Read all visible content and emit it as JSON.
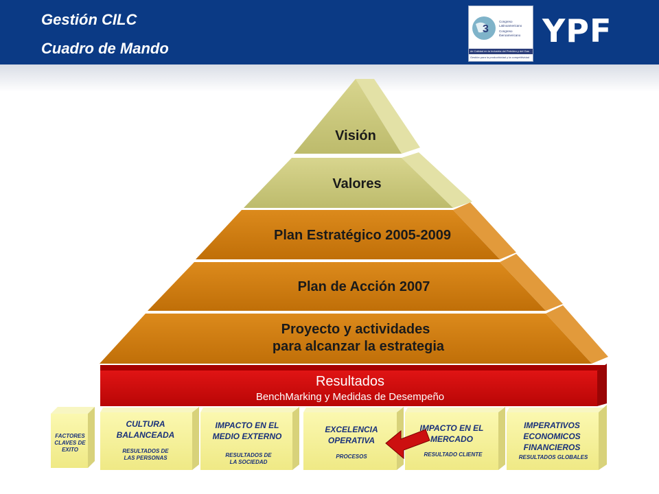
{
  "header": {
    "title_line1": "Gestión CILC",
    "title_line2": "Cuadro de Mando",
    "brand": "YPF",
    "congress_logo": {
      "line1": "Congreso",
      "line2": "Latinoamericano",
      "line3": "Congreso",
      "line4": "Iberoamericano",
      "line5": "de Calidad en la Industria del Petróleo y del Gas",
      "line6": "Gestión para la productividad y la competitividad"
    }
  },
  "pyramid": {
    "vision": "Visión",
    "valores": "Valores",
    "plan_estrategico": "Plan Estratégico 2005-2009",
    "plan_accion": "Plan de Acción 2007",
    "proyecto_line1": "Proyecto y actividades",
    "proyecto_line2": "para alcanzar la estrategia",
    "resultados_title": "Resultados",
    "resultados_subtitle": "BenchMarking y Medidas de Desempeño"
  },
  "boxes": {
    "factores": [
      "FACTORES",
      "CLAVES DE",
      "EXITO"
    ],
    "cultura": {
      "title": [
        "CULTURA",
        "BALANCEADA"
      ],
      "sub": [
        "RESULTADOS DE",
        "LAS PERSONAS"
      ]
    },
    "medio": {
      "title": [
        "IMPACTO EN EL",
        "MEDIO EXTERNO"
      ],
      "sub": [
        "RESULTADOS DE",
        "LA SOCIEDAD"
      ]
    },
    "excelencia": {
      "title": [
        "EXCELENCIA",
        "OPERATIVA"
      ],
      "sub": [
        "PROCESOS"
      ]
    },
    "mercado": {
      "title": [
        "IMPACTO EN EL",
        "MERCADO"
      ],
      "sub": [
        "RESULTADO CLIENTE"
      ]
    },
    "imperativos": {
      "title": [
        "IMPERATIVOS",
        "ECONOMICOS",
        "FINANCIEROS"
      ],
      "sub": [
        "RESULTADOS GLOBALES"
      ]
    }
  },
  "colors": {
    "header_bg": "#0b3a85",
    "top_layers": "#c9c77d",
    "middle_layers": "#cc7a10",
    "results_band": "#cc0a0a",
    "boxes": "#f6f39a",
    "arrow": "#cc1010"
  }
}
